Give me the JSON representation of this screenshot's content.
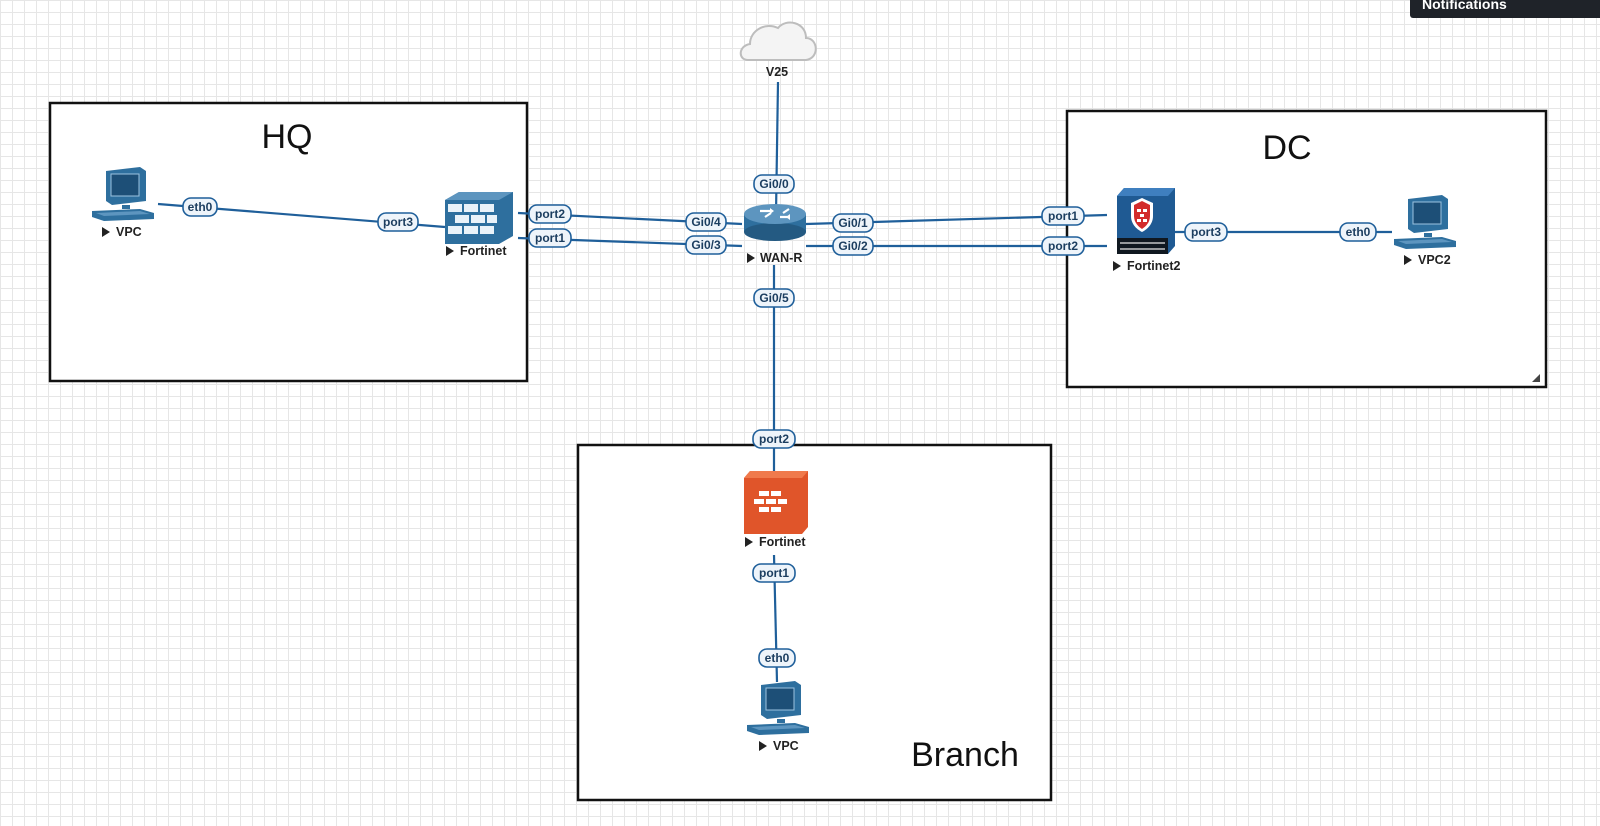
{
  "notifications": {
    "label": "Notifications"
  },
  "zones": {
    "hq": "HQ",
    "dc": "DC",
    "branch": "Branch"
  },
  "nodes": {
    "cloud": "V25",
    "wan_router": "WAN-R",
    "hq_vpc": "VPC",
    "hq_fortinet": "Fortinet",
    "dc_fortinet": "Fortinet2",
    "dc_vpc": "VPC2",
    "branch_fortinet": "Fortinet",
    "branch_vpc": "VPC"
  },
  "ports": {
    "hq_vpc_eth0": "eth0",
    "hq_fw_port3": "port3",
    "hq_fw_port2": "port2",
    "hq_fw_port1": "port1",
    "wan_gi0_0": "Gi0/0",
    "wan_gi0_4": "Gi0/4",
    "wan_gi0_3": "Gi0/3",
    "wan_gi0_1": "Gi0/1",
    "wan_gi0_2": "Gi0/2",
    "wan_gi0_5": "Gi0/5",
    "dc_fw_port1": "port1",
    "dc_fw_port2": "port2",
    "dc_fw_port3": "port3",
    "dc_vpc_eth0": "eth0",
    "br_fw_port2": "port2",
    "br_fw_port1": "port1",
    "br_vpc_eth0": "eth0"
  },
  "colors": {
    "link": "#1f5f9a",
    "device_blue": "#2e6f9e",
    "branch_fortinet": "#e0552a",
    "fortinet2_red": "#d22b2b"
  },
  "icons": {
    "cloud": "cloud-icon",
    "router": "router-icon",
    "firewall": "firewall-icon",
    "pc": "pc-icon"
  }
}
